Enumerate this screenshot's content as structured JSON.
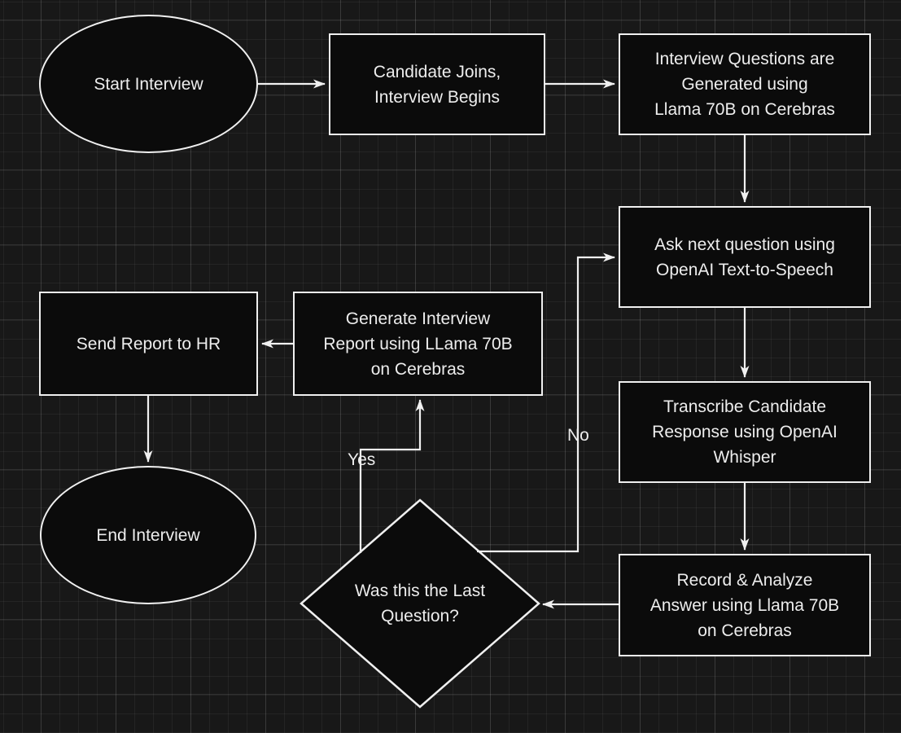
{
  "theme": {
    "canvas_bg": "#181818",
    "grid_minor": "rgba(255,255,255,0.05)",
    "grid_major": "rgba(255,255,255,0.10)",
    "node_fill": "#0b0b0b",
    "stroke_color": "#f0f0f0",
    "text_color": "#ededed"
  },
  "flowchart": {
    "nodes": {
      "start": {
        "label": "Start Interview",
        "shape": "ellipse"
      },
      "candidate_joins": {
        "label": "Candidate Joins,\nInterview Begins",
        "shape": "rectangle"
      },
      "generate_questions": {
        "label": "Interview Questions are\nGenerated using\nLlama 70B on Cerebras",
        "shape": "rectangle"
      },
      "ask_question": {
        "label": "Ask next question using\nOpenAI Text-to-Speech",
        "shape": "rectangle"
      },
      "transcribe_response": {
        "label": "Transcribe Candidate\nResponse using OpenAI\nWhisper",
        "shape": "rectangle"
      },
      "record_analyze": {
        "label": "Record & Analyze\nAnswer using Llama 70B\non Cerebras",
        "shape": "rectangle"
      },
      "last_question_decision": {
        "label": "Was this the Last\nQuestion?",
        "shape": "diamond"
      },
      "generate_report": {
        "label": "Generate Interview\nReport using LLama 70B\non Cerebras",
        "shape": "rectangle"
      },
      "send_report": {
        "label": "Send Report to HR",
        "shape": "rectangle"
      },
      "end": {
        "label": "End Interview",
        "shape": "ellipse"
      }
    },
    "edge_labels": {
      "yes": "Yes",
      "no": "No"
    }
  }
}
